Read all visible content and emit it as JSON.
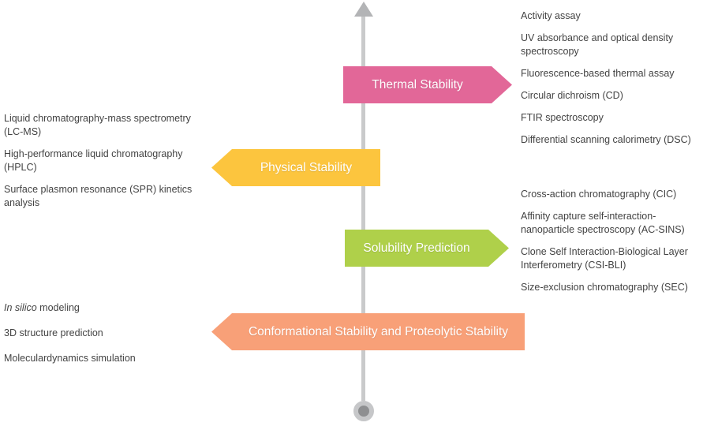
{
  "banners": {
    "thermal": {
      "label": "Thermal Stability",
      "color": "#e26798"
    },
    "physical": {
      "label": "Physical Stability",
      "color": "#fcc53e"
    },
    "solubility": {
      "label": "Solubility Prediction",
      "color": "#afd04a"
    },
    "conformational": {
      "label": "Conformational Stability and Proteolytic Stability",
      "color": "#f8a078"
    }
  },
  "methods": {
    "thermal": [
      "Activity assay",
      "UV absorbance and optical density spectroscopy",
      "Fluorescence-based thermal assay",
      "Circular dichroism (CD)",
      "FTIR spectroscopy",
      "Differential scanning calorimetry (DSC)"
    ],
    "physical": [
      "Liquid chromatography-mass spectrometry (LC-MS)",
      "High-performance liquid chromatography (HPLC)",
      "Surface plasmon resonance (SPR) kinetics analysis"
    ],
    "solubility": [
      "Cross-action chromatography (CIC)",
      "Affinity capture self-interaction-nanoparticle spectroscopy (AC-SINS)",
      "Clone Self Interaction-Biological Layer Interferometry (CSI-BLI)",
      "Size-exclusion chromatography (SEC)"
    ],
    "conformational": {
      "item1_italic": "In silico",
      "item1_rest": " modeling",
      "item2": "3D structure prediction",
      "item3": "Moleculardynamics simulation"
    }
  },
  "timeline": {
    "axis_color": "#c9cacb",
    "node_color": "#8e8f91"
  }
}
